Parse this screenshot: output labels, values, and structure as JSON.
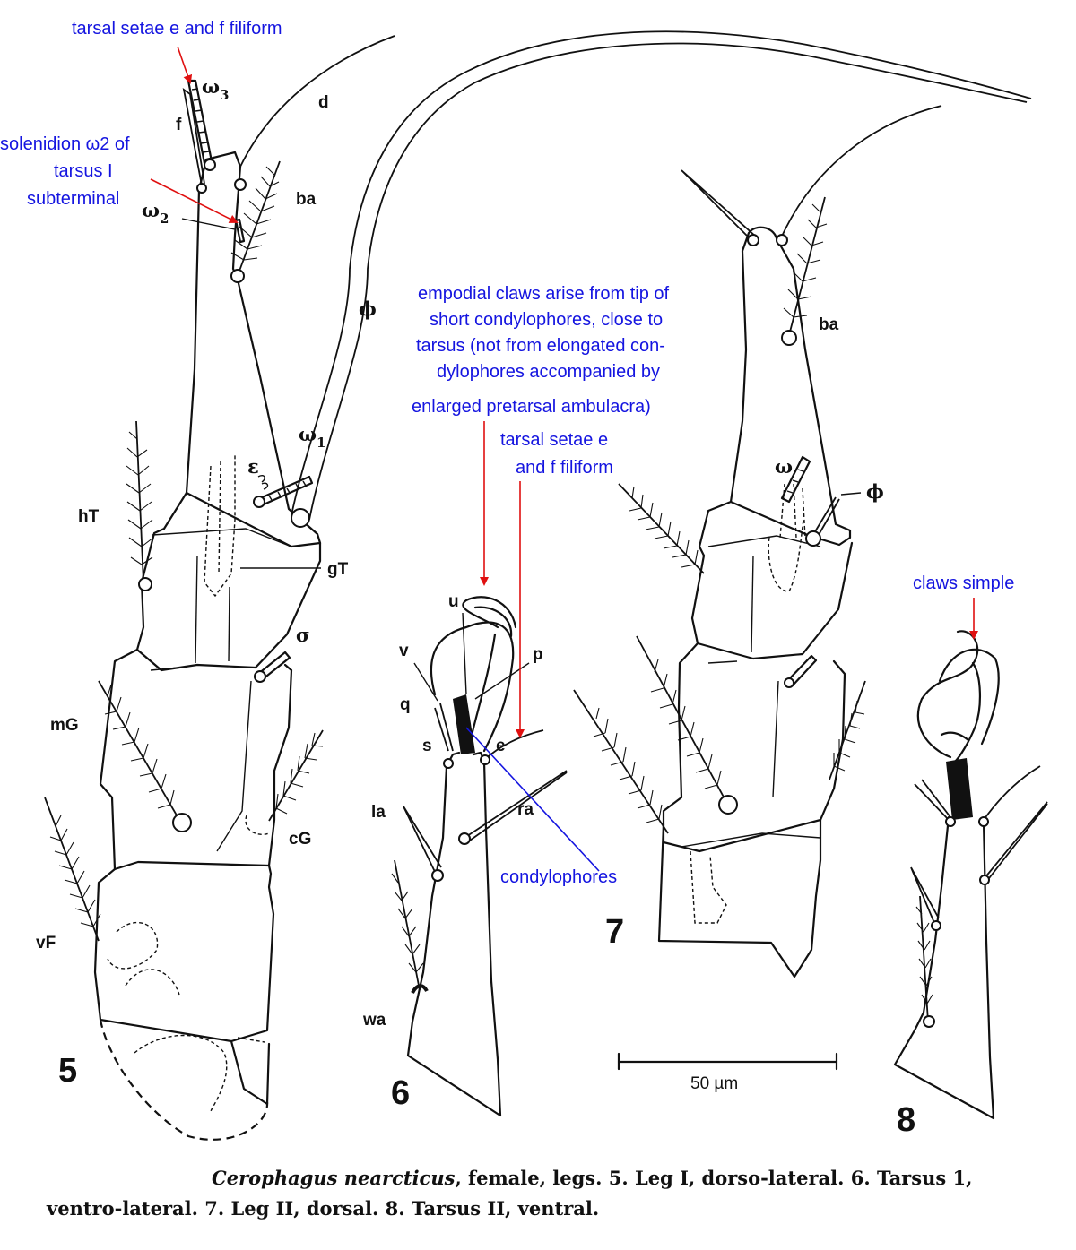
{
  "figures": [
    {
      "number": "5"
    },
    {
      "number": "6"
    },
    {
      "number": "7"
    },
    {
      "number": "8"
    }
  ],
  "labels": {
    "leg1": [
      "d",
      "ba",
      "f",
      "ω",
      "3",
      "ω",
      "2",
      "ϕ",
      "ε",
      "ω",
      "1",
      "hT",
      "gT",
      "σ",
      "mG",
      "cG",
      "vF"
    ],
    "tarsus1": [
      "u",
      "v",
      "p",
      "q",
      "s",
      "e",
      "la",
      "ra",
      "wa"
    ],
    "leg2": [
      "ba",
      "ω",
      "ϕ"
    ]
  },
  "annotations": {
    "tarsal_setae_top": "tarsal setae e and f filiform",
    "solenidion": [
      "solenidion ω2 of",
      "tarsus I",
      "subterminal"
    ],
    "empodial": [
      "empodial claws arise from tip of",
      "short condylophores, close to",
      "tarsus (not from elongated con-",
      "dylophores accompanied by",
      "enlarged pretarsal ambulacra)"
    ],
    "tarsal_setae_mid": [
      "tarsal setae e",
      "and f filiform"
    ],
    "condylophores": "condylophores",
    "claws_simple": "claws simple"
  },
  "scale_bar": {
    "label": "50 µm"
  },
  "caption": {
    "species": "Cerophagus nearcticus",
    "line1_rest": ", female, legs. 5. Leg I, dorso-lateral. 6. Tarsus 1,",
    "line2": "ventro-lateral. 7. Leg II, dorsal. 8. Tarsus II, ventral."
  },
  "colors": {
    "annotation": "#1515e0",
    "arrow": "#e01010",
    "ink": "#111111"
  }
}
